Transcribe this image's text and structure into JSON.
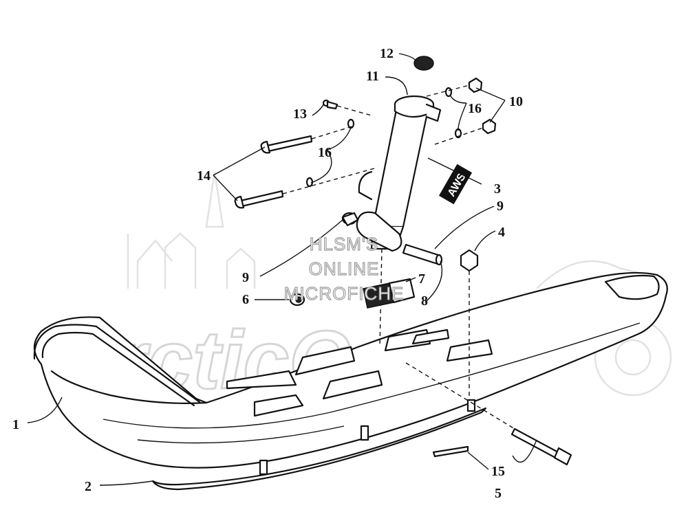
{
  "watermark": {
    "line1": "HLSM'S",
    "line2": "ONLINE",
    "line3": "MICROFICHE",
    "logo_text": "ArcticCat"
  },
  "decal_text": "AWS",
  "colors": {
    "ink": "#111111",
    "watermark": "#d6d6d6",
    "background": "#ffffff"
  },
  "callouts": [
    {
      "id": "c1",
      "label": "1"
    },
    {
      "id": "c2",
      "label": "2"
    },
    {
      "id": "c3",
      "label": "3"
    },
    {
      "id": "c4",
      "label": "4"
    },
    {
      "id": "c5",
      "label": "5"
    },
    {
      "id": "c6",
      "label": "6"
    },
    {
      "id": "c7",
      "label": "7"
    },
    {
      "id": "c8",
      "label": "8"
    },
    {
      "id": "c9a",
      "label": "9"
    },
    {
      "id": "c9b",
      "label": "9"
    },
    {
      "id": "c10",
      "label": "10"
    },
    {
      "id": "c11",
      "label": "11"
    },
    {
      "id": "c12",
      "label": "12"
    },
    {
      "id": "c13",
      "label": "13"
    },
    {
      "id": "c14",
      "label": "14"
    },
    {
      "id": "c15",
      "label": "15"
    },
    {
      "id": "c16a",
      "label": "16"
    },
    {
      "id": "c16b",
      "label": "16"
    }
  ]
}
